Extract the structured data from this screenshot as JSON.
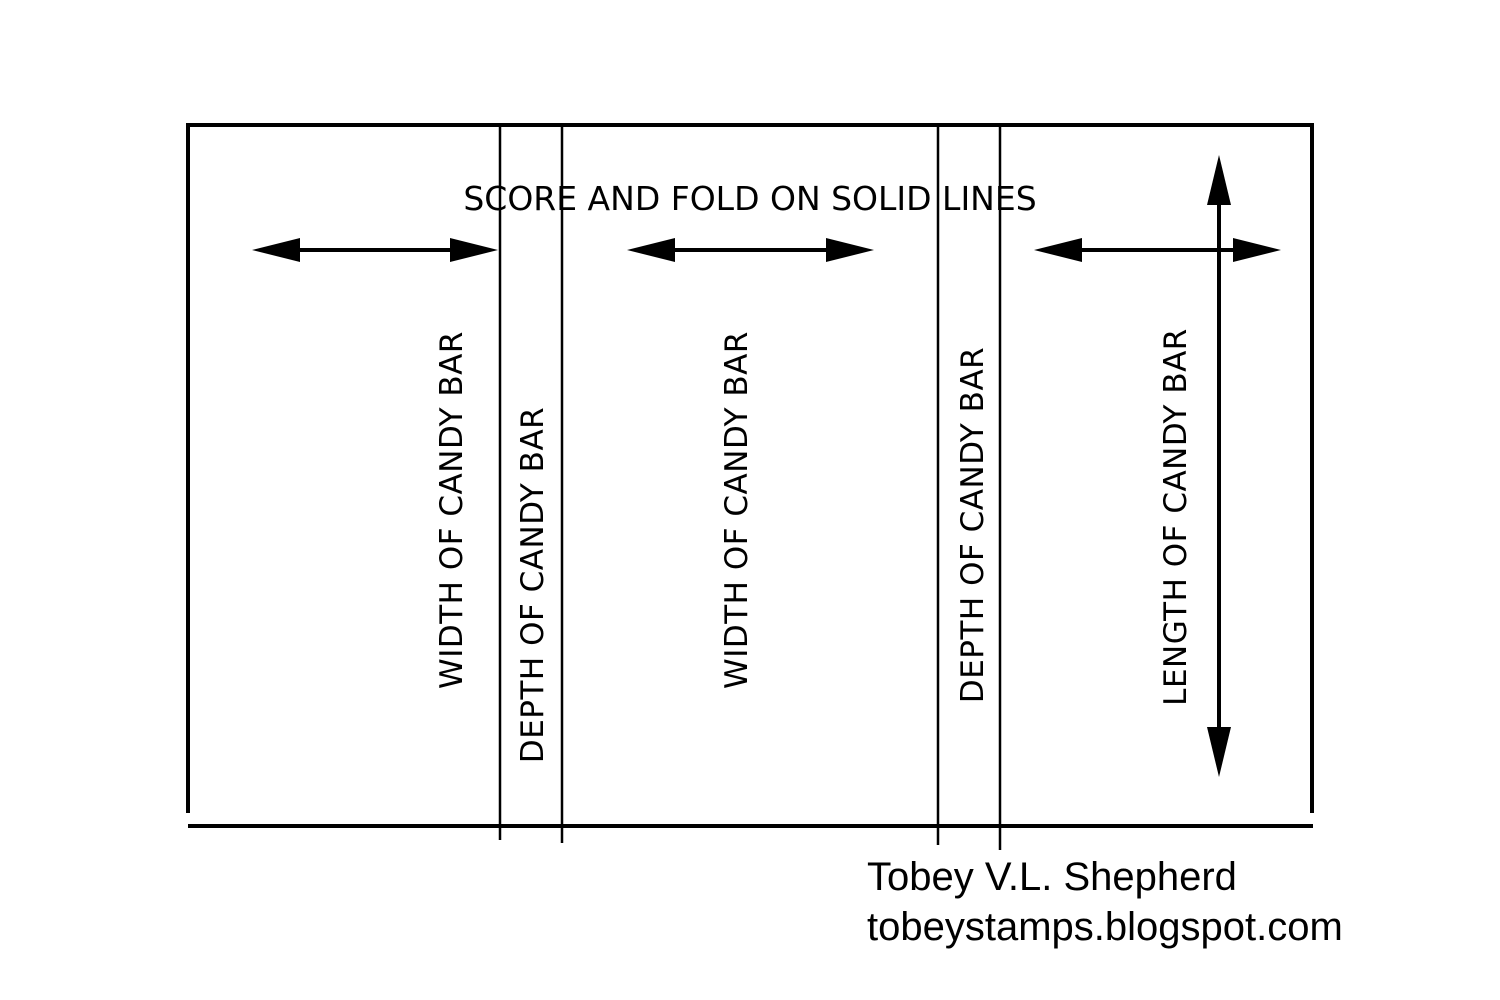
{
  "instruction": "SCORE AND FOLD ON SOLID LINES",
  "panels": {
    "width_1": "WIDTH OF CANDY BAR",
    "depth_1": "DEPTH OF CANDY BAR",
    "width_2": "WIDTH OF CANDY BAR",
    "depth_2": "DEPTH OF CANDY BAR",
    "length": "LENGTH OF CANDY BAR"
  },
  "credit": {
    "author": "Tobey V.L. Shepherd",
    "website": "tobeystamps.blogspot.com"
  },
  "colors": {
    "ink": "#000000",
    "paper": "#ffffff"
  }
}
